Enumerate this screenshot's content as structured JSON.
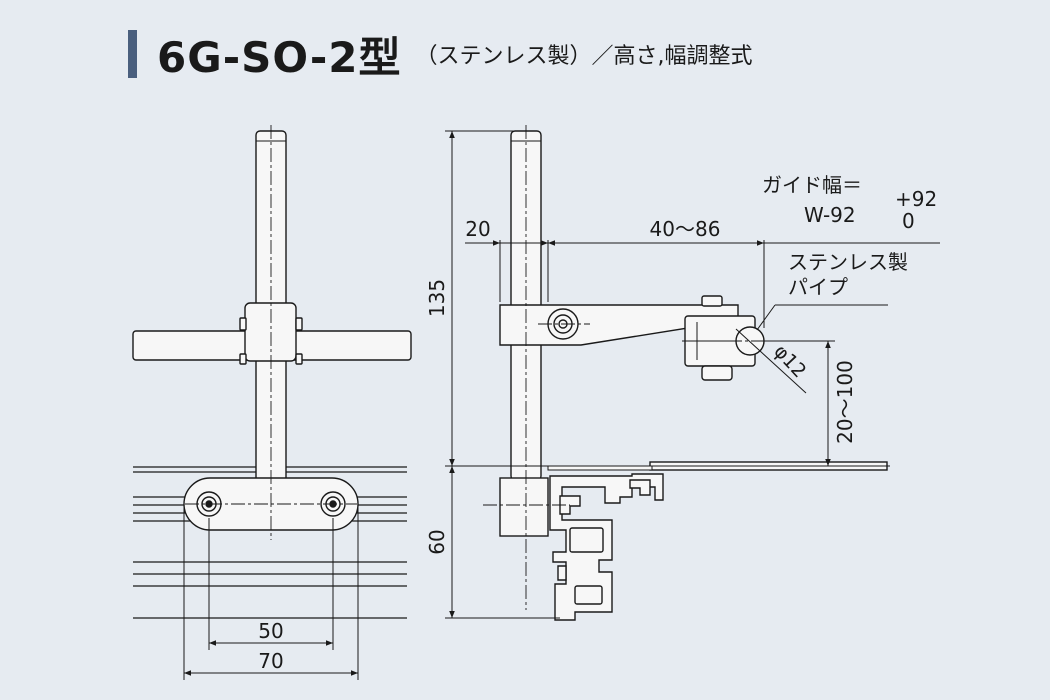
{
  "title": {
    "main": "6G-SO-2型",
    "sub": "（ステンレス製）／高さ,幅調整式"
  },
  "front_view": {
    "dim_inner": "50",
    "dim_outer": "70"
  },
  "side_view": {
    "dim_height_upper": "135",
    "dim_height_lower": "60",
    "dim_post": "20",
    "dim_arm": "40～86",
    "dim_rise": "20～100",
    "dim_pipe": "φ12",
    "guide_width_label": "ガイド幅＝",
    "guide_width_value": "W-92",
    "tolerance_upper": "+92",
    "tolerance_lower": "0",
    "pipe_note_line1": "ステンレス製",
    "pipe_note_line2": "パイプ"
  },
  "colors": {
    "background": "#e6ebf1",
    "accent": "#4a5f7e",
    "part_fill": "#f7f7f7",
    "line": "#1a1a1a"
  }
}
